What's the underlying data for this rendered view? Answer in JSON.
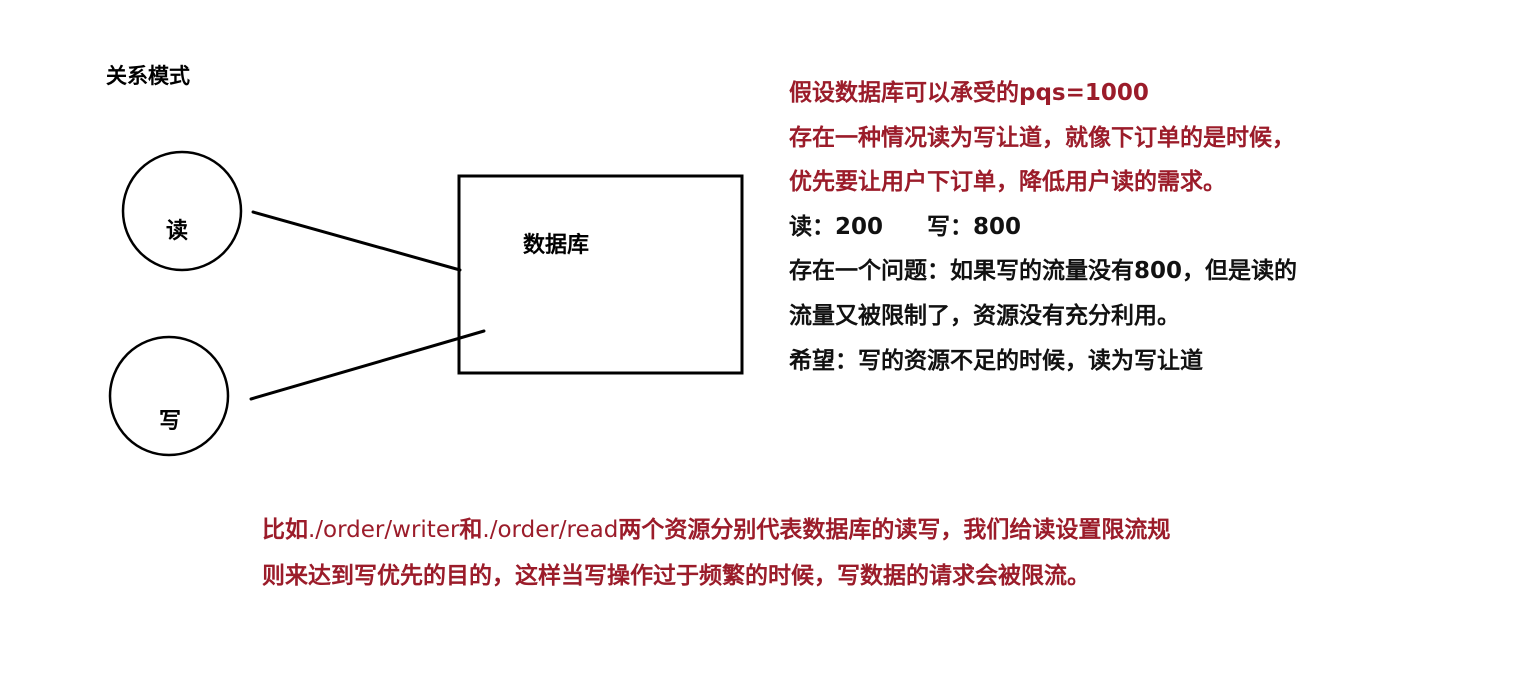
{
  "title": "关系模式",
  "nodes": {
    "read_label": "读",
    "write_label": "写",
    "database_label": "数据库"
  },
  "notes": {
    "red_lines": [
      "假设数据库可以承受的pqs=1000",
      "存在一种情况读为写让道，就像下订单的是时候，",
      "优先要让用户下订单，降低用户读的需求。"
    ],
    "read_quota": "读：200",
    "write_quota": "写：800",
    "black_lines": [
      "存在一个问题：如果写的流量没有800，但是读的",
      "流量又被限制了，资源没有充分利用。",
      "希望：写的资源不足的时候，读为写让道"
    ]
  },
  "bottom_note": {
    "line1_prefix": "比如",
    "path_writer": "./order/writer",
    "line1_and": "和",
    "path_read": "./order/read",
    "line1_suffix": "两个资源分别代表数据库的读写，我们给读设置限流规",
    "line2": "则来达到写优先的目的，这样当写操作过于频繁的时候，写数据的请求会被限流。"
  },
  "colors": {
    "accent_red": "#9b1c2a",
    "text_black": "#111111",
    "stroke": "#000000"
  }
}
